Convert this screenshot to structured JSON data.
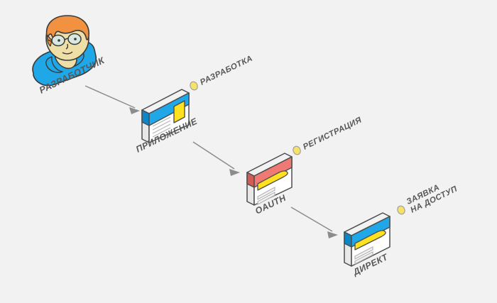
{
  "diagram": {
    "title_visible": false,
    "background_color": "#f2f2f2",
    "colors": {
      "blue_header": "#1fa7e8",
      "blue_header_side": "#0b86c6",
      "red_header": "#ee7a73",
      "red_header_side": "#d35b55",
      "yellow_fill": "#ffe21f",
      "yellow_dot": "#f5e26b",
      "panel_white": "#ffffff",
      "panel_side": "#e4e4e4",
      "outline": "#4d4d4d",
      "line_gray": "#bfbfbf",
      "arrow_gray": "#8c8c8c",
      "text_gray": "#585858",
      "skin": "#f0dba0",
      "hair": "#f2913f",
      "shirt": "#1fa7e8",
      "glasses": "#d9e8e0"
    },
    "actor": {
      "name": "developer-avatar",
      "label": "РАЗРАБОТЧИК"
    },
    "nodes": [
      {
        "id": "application",
        "label": "ПРИЛОЖЕНИЕ",
        "header_color": "blue",
        "note": "РАЗРАБОТКА",
        "note_lines": [
          "РАЗРАБОТКА"
        ]
      },
      {
        "id": "oauth",
        "label": "OAUTH",
        "header_color": "red",
        "note": "РЕГИСТРАЦИЯ",
        "note_lines": [
          "РЕГИСТРАЦИЯ"
        ]
      },
      {
        "id": "direct",
        "label": "ДИРЕКТ",
        "header_color": "blue",
        "note": "ЗАЯВКА НА ДОСТУП",
        "note_lines": [
          "ЗАЯВКА",
          "НА ДОСТУП"
        ]
      }
    ],
    "arrows": [
      {
        "id": "arrow-developer-to-application",
        "from": "developer",
        "to": "application"
      },
      {
        "id": "arrow-application-to-oauth",
        "from": "application",
        "to": "oauth"
      },
      {
        "id": "arrow-oauth-to-direct",
        "from": "oauth",
        "to": "direct"
      }
    ]
  }
}
